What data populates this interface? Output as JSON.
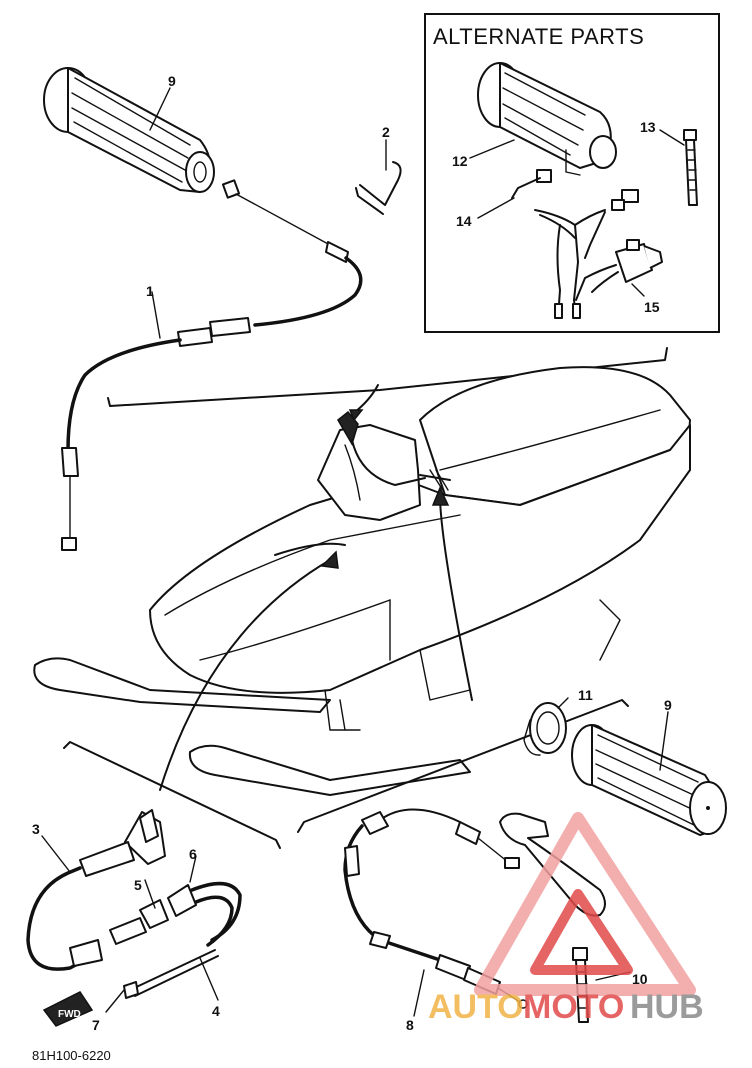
{
  "diagram": {
    "box_title": "ALTERNATE PARTS",
    "drawing_code": "81H100-6220",
    "direction_tag": "FWD",
    "callouts": {
      "c1": "1",
      "c2": "2",
      "c3": "3",
      "c4": "4",
      "c5": "5",
      "c6": "6",
      "c7": "7",
      "c8": "8",
      "c9a": "9",
      "c9b": "9",
      "c10": "10",
      "c11": "11",
      "c12": "12",
      "c13": "13",
      "c14": "14",
      "c15": "15"
    },
    "watermark": {
      "part1": "AUTO",
      "part2": "MOTO",
      "part3": "HUB",
      "colors": {
        "orange": "#f2b347",
        "red": "#e14a4a",
        "gray": "#8a8a8a",
        "pink": "#f2a0a0"
      }
    }
  }
}
